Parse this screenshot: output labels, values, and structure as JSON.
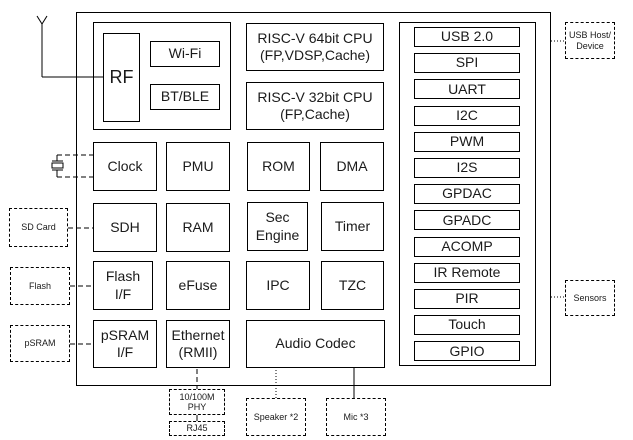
{
  "diagram": {
    "title": "SoC block diagram",
    "wireless": {
      "rf": "RF",
      "wifi": "Wi-Fi",
      "bt": "BT/BLE"
    },
    "cpus": {
      "cpu64": "RISC-V 64bit CPU\n(FP,VDSP,Cache)",
      "cpu32": "RISC-V 32bit CPU\n(FP,Cache)"
    },
    "core_blocks": {
      "clock": "Clock",
      "pmu": "PMU",
      "rom": "ROM",
      "dma": "DMA",
      "sdh": "SDH",
      "ram": "RAM",
      "sec_engine": "Sec\nEngine",
      "timer": "Timer",
      "flash_if": "Flash\nI/F",
      "efuse": "eFuse",
      "ipc": "IPC",
      "tzc": "TZC",
      "psram_if": "pSRAM\nI/F",
      "ethernet": "Ethernet\n(RMII)",
      "audio_codec": "Audio Codec"
    },
    "peripherals": [
      "USB 2.0",
      "SPI",
      "UART",
      "I2C",
      "PWM",
      "I2S",
      "GPDAC",
      "GPADC",
      "ACOMP",
      "IR Remote",
      "PIR",
      "Touch",
      "GPIO"
    ],
    "external": {
      "usb_host": "USB Host/\nDevice",
      "sensors": "Sensors",
      "sd_card": "SD Card",
      "flash": "Flash",
      "psram": "pSRAM",
      "phy": "10/100M\nPHY",
      "rj45": "RJ45",
      "speaker": "Speaker *2",
      "mic": "Mic *3"
    },
    "icons": {
      "antenna": "antenna-icon",
      "crystal": "crystal-oscillator-icon"
    }
  }
}
